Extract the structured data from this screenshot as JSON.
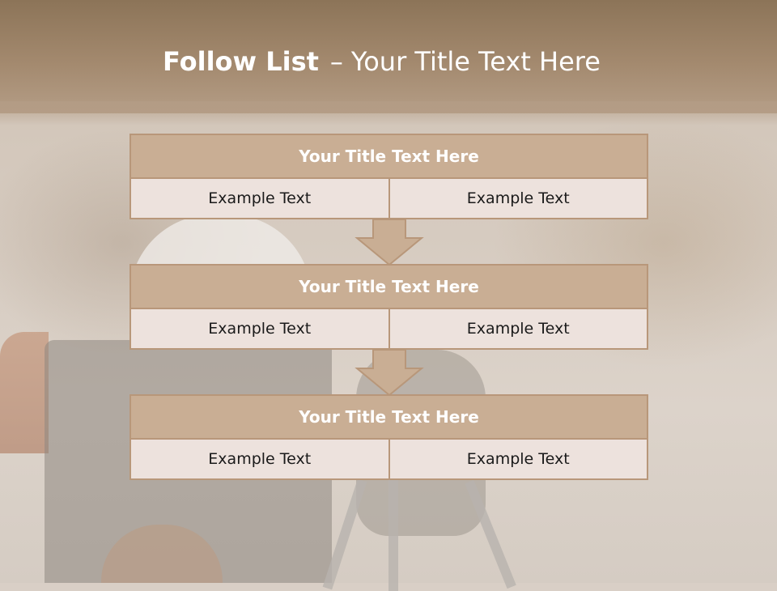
{
  "title": {
    "strong": "Follow List",
    "dash": "–",
    "rest": "Your Title Text Here"
  },
  "blocks": [
    {
      "heading": "Your Title Text Here",
      "cells": [
        "Example Text",
        "Example Text"
      ]
    },
    {
      "heading": "Your Title Text Here",
      "cells": [
        "Example Text",
        "Example Text"
      ]
    },
    {
      "heading": "Your Title Text Here",
      "cells": [
        "Example Text",
        "Example Text"
      ]
    }
  ],
  "colors": {
    "header": "#a3896e",
    "box_head": "#c9ae94",
    "box_border": "#b8977a",
    "box_row": "#ede2dd",
    "arrow_fill": "#c9ae94"
  },
  "icons": [
    "down-arrow-icon"
  ]
}
